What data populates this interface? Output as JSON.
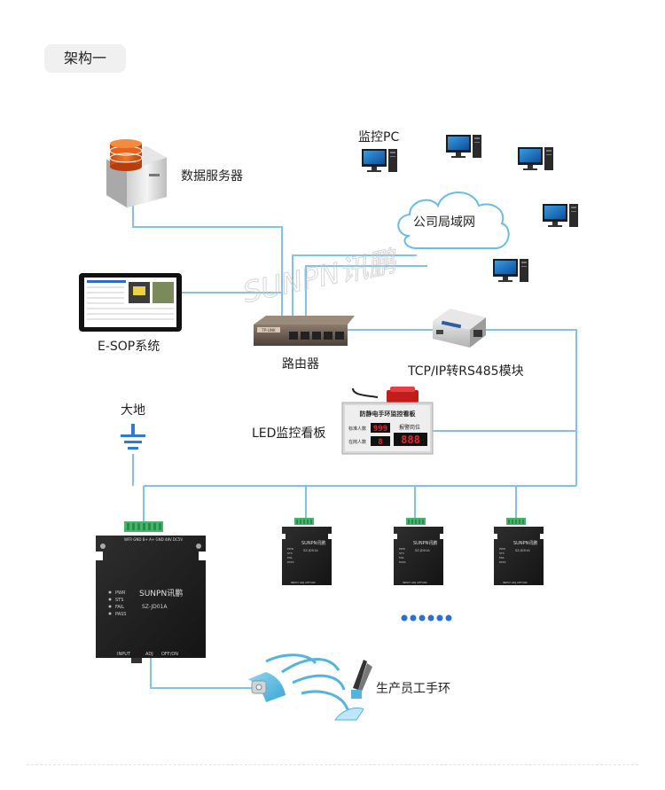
{
  "header": {
    "tag": "架构一"
  },
  "nodes": {
    "data_server": "数据服务器",
    "monitor_pc": "监控PC",
    "lan": "公司局域网",
    "esop": "E-SOP系统",
    "router": "路由器",
    "tcp_module": "TCP/IP转RS485模块",
    "ground": "大地",
    "led_board": "LED监控看板",
    "wristband": "生产员工手环"
  },
  "watermark": "SUNPN讯鹏",
  "router_brand": "TP-LINK",
  "led_board_panel": {
    "title": "防静电手环监控看板",
    "row1_label": "标准人数",
    "row1_value": "999",
    "row2_label": "在岗人数",
    "row2_value": "8",
    "alarm_label": "报警岗位",
    "alarm_value": "888"
  },
  "main_device": {
    "brand": "SUNPN讯鹏",
    "model": "SZ-JD01A",
    "top_ports": "WFR GND B+ A+ GND 48V DC5V",
    "status_pwr": "PWR",
    "status_sts": "STS",
    "status_fail": "FAIL",
    "status_pass": "PASS",
    "bottom_input": "INPUT",
    "bottom_adj": "ADJ",
    "bottom_offon": "OFF/ON"
  },
  "small_device": {
    "brand": "SUNPN讯鹏",
    "model": "SZ-JD01A",
    "lines": [
      "PWR",
      "STS",
      "FAIL",
      "PASS"
    ],
    "bottom": "INPUT  ADJ  OFF/ON"
  },
  "colors": {
    "line": "#7fc4e8",
    "cloud": "#66bde6",
    "led_red": "#e4262b",
    "device_body": "#232323",
    "terminal_green": "#46b56a",
    "dots": "#2a6fd6"
  }
}
